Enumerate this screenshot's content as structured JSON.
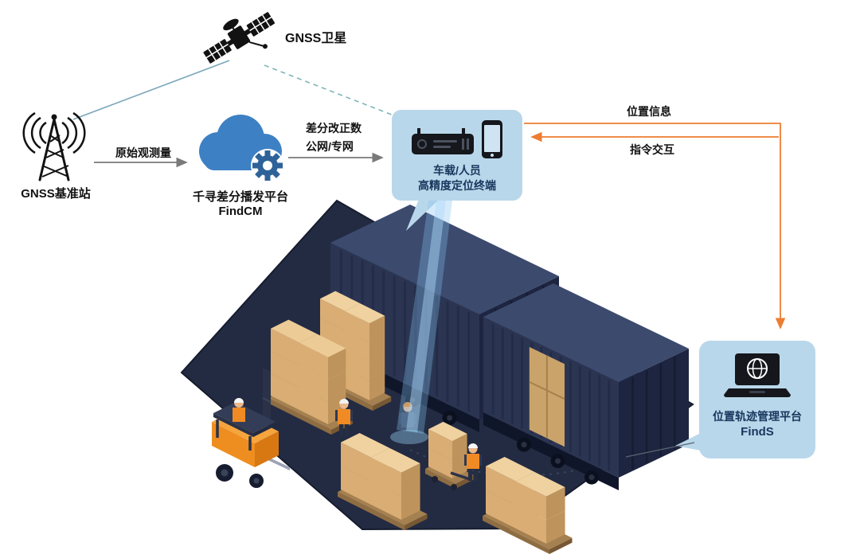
{
  "diagram": {
    "satellite": {
      "label": "GNSS卫星"
    },
    "base_station": {
      "label": "GNSS基准站"
    },
    "raw_observation_link": {
      "label": "原始观测量"
    },
    "cloud_platform": {
      "title": "千寻差分播发平台",
      "name": "FindCM"
    },
    "correction_link": {
      "line1": "差分改正数",
      "line2": "公网/专网"
    },
    "terminal": {
      "line1": "车载/人员",
      "line2": "高精度定位终端"
    },
    "position_link": {
      "label": "位置信息"
    },
    "command_link": {
      "label": "指令交互"
    },
    "management_platform": {
      "title": "位置轨迹管理平台",
      "name": "FindS"
    },
    "colors": {
      "bubble_blue": "#b9d7ea",
      "cloud_blue": "#3d80c4",
      "gear_blue": "#2e6399",
      "accent_orange": "#ed7d31",
      "navy_text": "#17365d",
      "arrow_gray": "#7a7a7a",
      "satellite_link_teal": "#7fb5b5",
      "container_navy": "#2b3552",
      "box_tan": "#d9ad74"
    }
  }
}
